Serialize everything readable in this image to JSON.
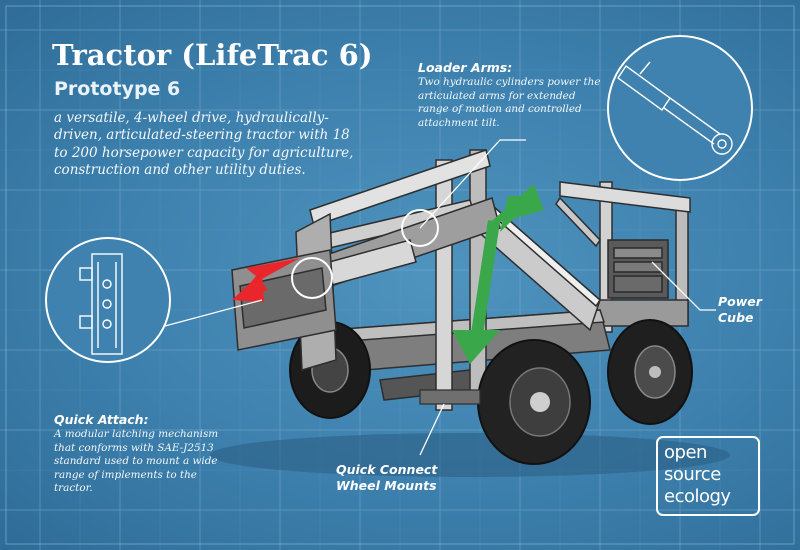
{
  "header": {
    "title": "Tractor (LifeTrac 6)",
    "subtitle": "Prototype 6",
    "description": "a versatile, 4-wheel drive, hydraulically-driven, articulated-steering tractor with 18 to 200 horsepower capacity for agriculture, construction and other utility duties."
  },
  "callouts": {
    "loader_arms": {
      "title": "Loader Arms:",
      "text": "Two hydraulic cylinders power the articulated arms for extended range of motion and controlled attachment tilt."
    },
    "power_cube": {
      "title_line1": "Power",
      "title_line2": "Cube"
    },
    "quick_attach": {
      "title": "Quick Attach:",
      "text": "A modular latching mechanism that conforms with SAE-J2513 standard used to mount a wide range of implements to the tractor."
    },
    "wheel_mounts": {
      "title_line1": "Quick Connect",
      "title_line2": "Wheel Mounts"
    }
  },
  "logo": {
    "line1": "open",
    "line2": "source",
    "line3": "ecology"
  },
  "colors": {
    "background": "#3d80ad",
    "grid_line": "#7fb3d6",
    "arrow_red": "#e8262b",
    "arrow_green": "#3aa84a",
    "frame_light": "#cfcfcf",
    "frame_dark": "#3a3a3a",
    "tire": "#1e1e1e"
  }
}
